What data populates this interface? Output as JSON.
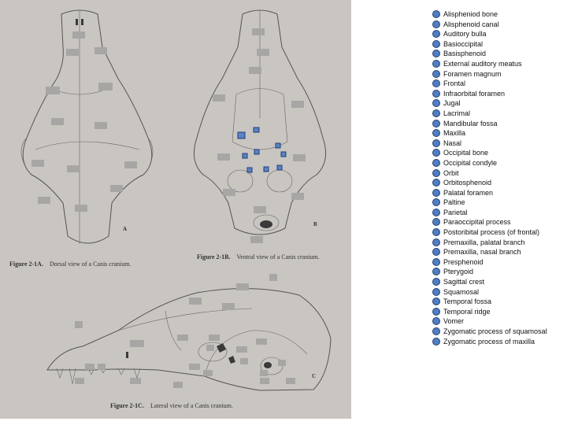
{
  "figure": {
    "captions": {
      "a": {
        "num": "Figure 2-1A.",
        "text": "Dorsal view of a Canis cranium."
      },
      "b": {
        "num": "Figure 2-1B.",
        "text": "Ventral view of a Canis cranium."
      },
      "c": {
        "num": "Figure 2-1C.",
        "text": "Lateral view of a Canis cranium."
      }
    },
    "view_letters": {
      "a": "A",
      "b": "B",
      "c": "C"
    }
  },
  "legend": {
    "marker_color": "#4f7ec4",
    "items": [
      "Alispheniod bone",
      "Alisphenoid canal",
      "Auditory bulla",
      "Basioccipital",
      "Basisphenoid",
      "External auditory meatus",
      "Foramen magnum",
      "Frontal",
      "Infraorbital foramen",
      "Jugal",
      "Lacrimal",
      "Mandibular fossa",
      "Maxilla",
      "Nasal",
      "Occipital bone",
      "Occipital condyle",
      "Orbit",
      "Orbitosphenoid",
      "Palatal foramen",
      "Paltine",
      "Parietal",
      "Paraoccipital process",
      "Postoribital process (of frontal)",
      "Premaxilla, palatal branch",
      "Premaxilla, nasal branch",
      "Presphenoid",
      "Pterygoid",
      "Sagittal crest",
      "Squamosal",
      "Temporal fossa",
      "Temporal ridge",
      "Vomer",
      "Zygomatic process of squamosal",
      "Zygomatic process of maxilla"
    ]
  }
}
